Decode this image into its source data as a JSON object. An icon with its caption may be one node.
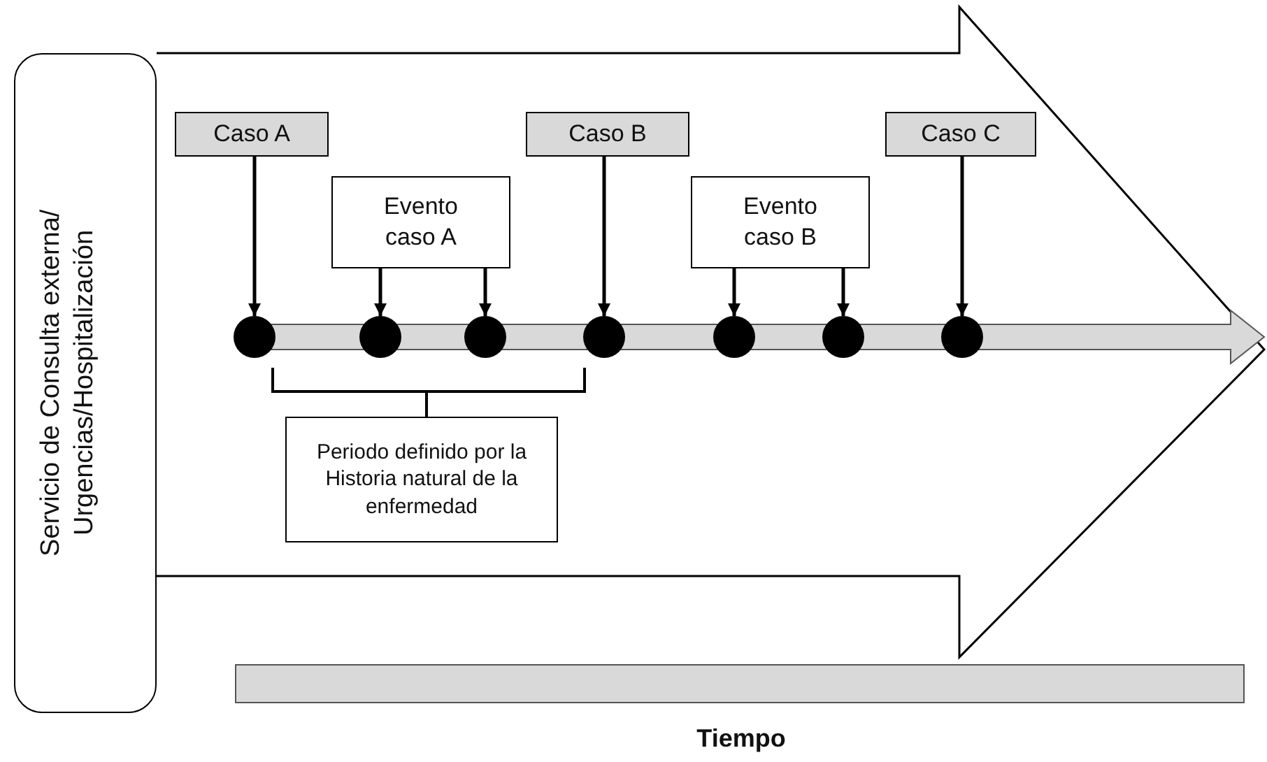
{
  "diagram": {
    "nodes": [
      {
        "text": [
          "Servicio de Consulta externa/ Urgencias/Hospitalización"
        ]
      },
      {
        "text": [
          "Caso A"
        ]
      },
      {
        "text": [
          "Caso B"
        ]
      },
      {
        "text": [
          "Caso C"
        ]
      },
      {
        "text": [
          "Evento caso A"
        ]
      },
      {
        "text": [
          "Evento caso B"
        ]
      },
      {
        "text": [],
        "shape": "circle"
      },
      {
        "text": [],
        "shape": "circle"
      },
      {
        "text": [],
        "shape": "circle"
      },
      {
        "text": [],
        "shape": "circle"
      },
      {
        "text": [],
        "shape": "circle"
      },
      {
        "text": [],
        "shape": "circle"
      },
      {
        "text": [],
        "shape": "circle"
      },
      {
        "text": [
          "Periodo definido por la Historia natural de la enfermedad"
        ]
      },
      {
        "text": [],
        "shape": "bar"
      }
    ],
    "edges": [
      {
        "from": 1,
        "to": 6,
        "arrow": "to"
      },
      {
        "from": 4,
        "to": 7,
        "arrow": "to"
      },
      {
        "from": 4,
        "to": 8,
        "arrow": "to"
      },
      {
        "from": 2,
        "to": 9,
        "arrow": "to"
      },
      {
        "from": 5,
        "to": 10,
        "arrow": "to"
      },
      {
        "from": 5,
        "to": 11,
        "arrow": "to"
      },
      {
        "from": 3,
        "to": 12,
        "arrow": "to"
      }
    ],
    "labels": [
      "Tiempo"
    ]
  }
}
